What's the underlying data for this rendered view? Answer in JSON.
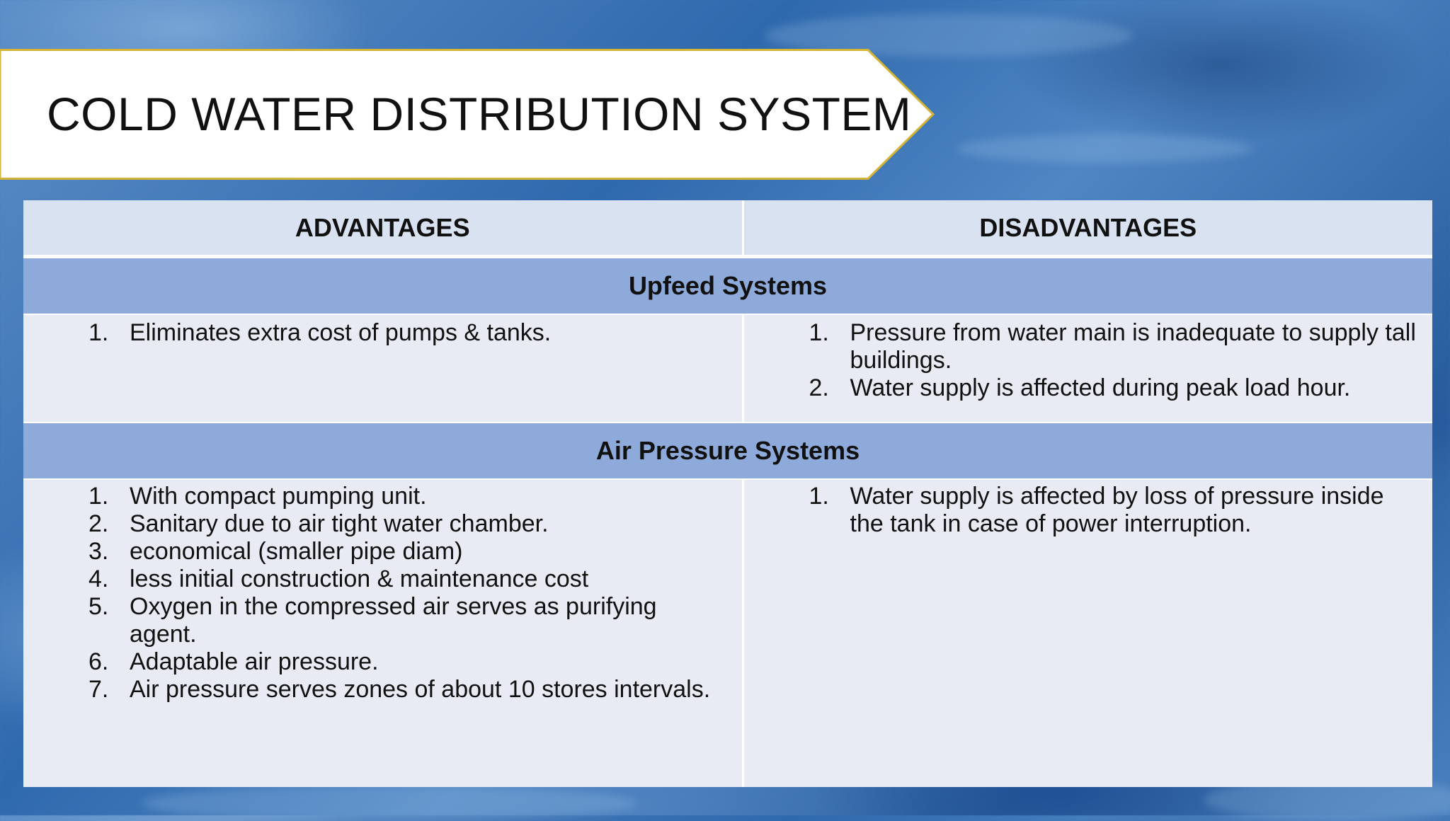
{
  "slide": {
    "title": "COLD WATER DISTRIBUTION SYSTEM"
  },
  "table": {
    "headers": {
      "advantages": "ADVANTAGES",
      "disadvantages": "DISADVANTAGES"
    },
    "sections": [
      {
        "name": "Upfeed Systems",
        "advantages": [
          {
            "num": "1.",
            "text": "Eliminates extra cost of pumps & tanks."
          }
        ],
        "disadvantages": [
          {
            "num": "1.",
            "text": "Pressure from water main is inadequate to supply tall buildings."
          },
          {
            "num": "2.",
            "text": "Water supply is affected during peak load hour."
          }
        ]
      },
      {
        "name": "Air Pressure Systems",
        "advantages": [
          {
            "num": "1.",
            "text": "With compact pumping unit."
          },
          {
            "num": "2.",
            "text": "Sanitary due to air tight water chamber."
          },
          {
            "num": "3.",
            "text": "economical (smaller pipe diam)"
          },
          {
            "num": "4.",
            "text": "less initial construction & maintenance cost"
          },
          {
            "num": "5.",
            "text": "Oxygen in the compressed air serves as purifying agent."
          },
          {
            "num": "6.",
            "text": "Adaptable air pressure."
          },
          {
            "num": "7.",
            "text": "Air pressure serves zones of about 10 stores intervals."
          }
        ],
        "disadvantages": [
          {
            "num": "1.",
            "text": "Water supply is affected by loss of pressure inside the tank in case of power interruption."
          }
        ]
      }
    ]
  },
  "colors": {
    "banner_border": "#d4b437",
    "header_row": "#d9e2f1",
    "section_row": "#8eaadb",
    "body_cell": "#e8ebf3"
  }
}
